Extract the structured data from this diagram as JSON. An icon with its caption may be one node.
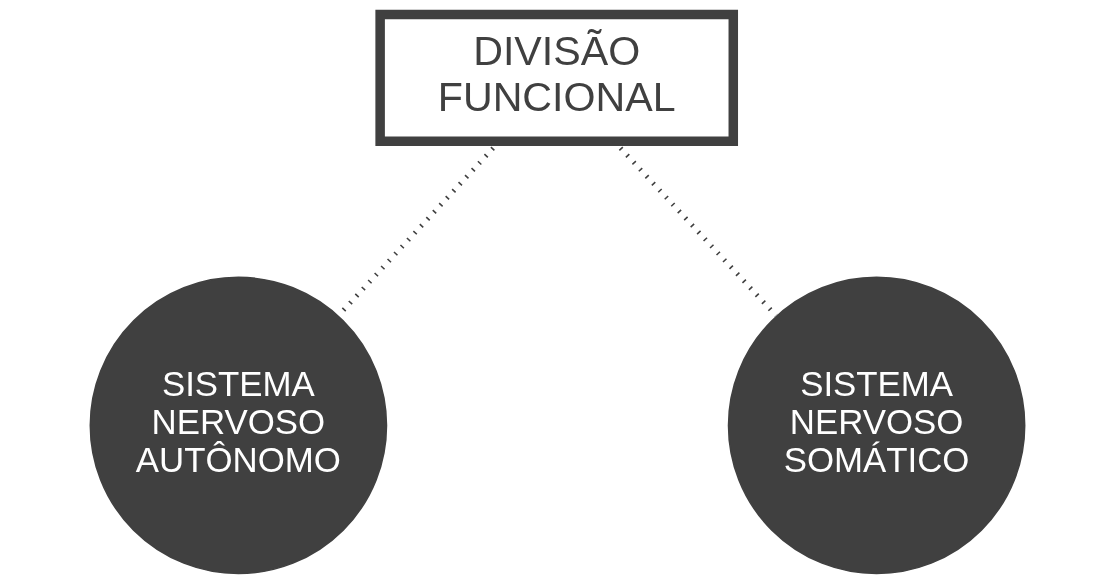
{
  "diagram": {
    "nodes": [
      {
        "text": [
          "DIVISÃO FUNCIONAL"
        ]
      },
      {
        "text": [
          "SISTEMA NERVOSO AUTÔNOMO"
        ]
      },
      {
        "text": [
          "SISTEMA NERVOSO SOMÁTICO"
        ]
      }
    ],
    "edges": [
      {
        "from": 0,
        "to": 1,
        "arrow": "none",
        "style": "dashed"
      },
      {
        "from": 0,
        "to": 2,
        "arrow": "none",
        "style": "dashed"
      }
    ]
  }
}
